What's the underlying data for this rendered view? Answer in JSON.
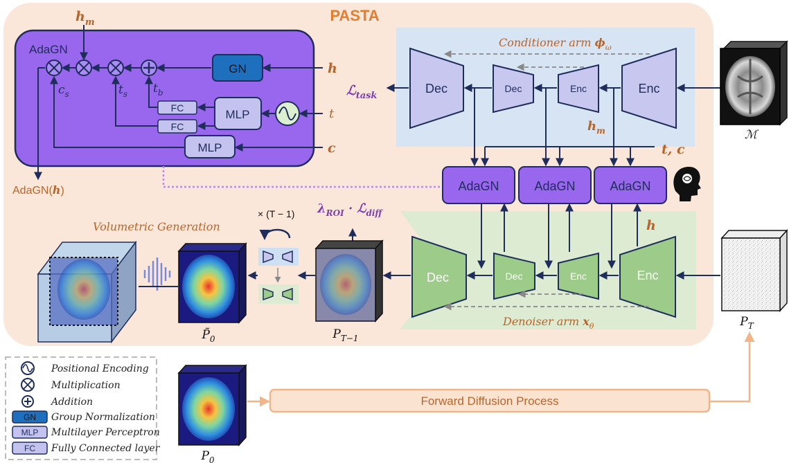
{
  "title": "PASTA",
  "adagn_panel": {
    "label": "AdaGN",
    "input_hm": "h",
    "input_hm_sub": "m",
    "input_h": "h",
    "input_t": "t",
    "input_c": "c",
    "gn_label": "GN",
    "mlp_label": "MLP",
    "fc_label": "FC",
    "cs_label": "c",
    "cs_sub": "s",
    "ts_label": "t",
    "ts_sub": "s",
    "tb_label": "t",
    "tb_sub": "b",
    "output_prefix": "AdaGN(",
    "output_var": "h",
    "output_suffix": ")"
  },
  "conditioner": {
    "title": "Conditioner arm ",
    "title_symbol": "ϕ",
    "title_sub": "ω",
    "blocks": [
      "Dec",
      "Dec",
      "Enc",
      "Enc"
    ],
    "loss": "ℒ",
    "loss_sub": "task",
    "hm": "h",
    "hm_sub": "m",
    "tc": "t, c",
    "input_label": "ℳ"
  },
  "adagn_blocks": [
    "AdaGN",
    "AdaGN",
    "AdaGN"
  ],
  "denoiser": {
    "title": "Denoiser arm ",
    "title_symbol": "x",
    "title_sub": "θ",
    "blocks": [
      "Dec",
      "Dec",
      "Enc",
      "Enc"
    ],
    "h": "h",
    "input_label": "P",
    "input_sub": "T"
  },
  "loss_diff": {
    "lambda": "λ",
    "lambda_sub": "ROI",
    "dot": " · ℒ",
    "diff_sub": "diff"
  },
  "iteration": "× (T − 1)",
  "volumetric": "Volumetric Generation",
  "labels": {
    "p0_tilde": "P̃",
    "p0_tilde_sub": "0",
    "pt1": "P",
    "pt1_sub": "T−1",
    "p0": "P",
    "p0_sub": "0"
  },
  "forward": "Forward Diffusion Process",
  "legend": [
    {
      "icon": "positional-encoding",
      "text": "Positional Encoding"
    },
    {
      "icon": "multiplication",
      "text": "Multiplication"
    },
    {
      "icon": "addition",
      "text": "Addition"
    },
    {
      "icon": "GN",
      "text": "Group Normalization"
    },
    {
      "icon": "MLP",
      "text": "Multilayer Perceptron"
    },
    {
      "icon": "FC",
      "text": "Fully Connected layer"
    }
  ],
  "colors": {
    "bg": "#fbe7da",
    "purple": "#8b5cf6",
    "navy": "#1f2d5c",
    "orange": "#c8641e",
    "green": "#9ccb8a",
    "lavender": "#c4c2ee",
    "gn_blue": "#1f6fbf"
  }
}
